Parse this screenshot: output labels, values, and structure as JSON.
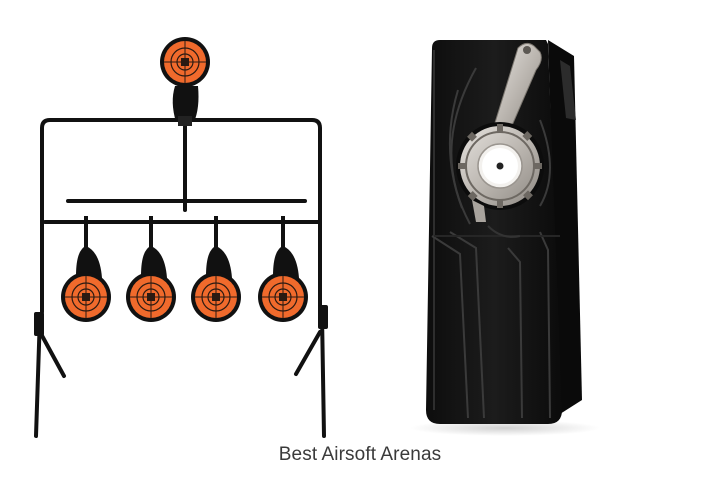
{
  "caption": "Best Airsoft Arenas",
  "colors": {
    "background": "#ffffff",
    "target_orange": "#f06a2c",
    "target_ring": "#2a1a12",
    "steel_frame": "#111111",
    "loader_body": "#151515",
    "loader_edge": "#3a3a3a",
    "crank_metal": "#c8c4bf"
  },
  "objects": [
    {
      "name": "spinning-target-stand",
      "target_count": 5
    },
    {
      "name": "bb-speed-loader"
    }
  ]
}
